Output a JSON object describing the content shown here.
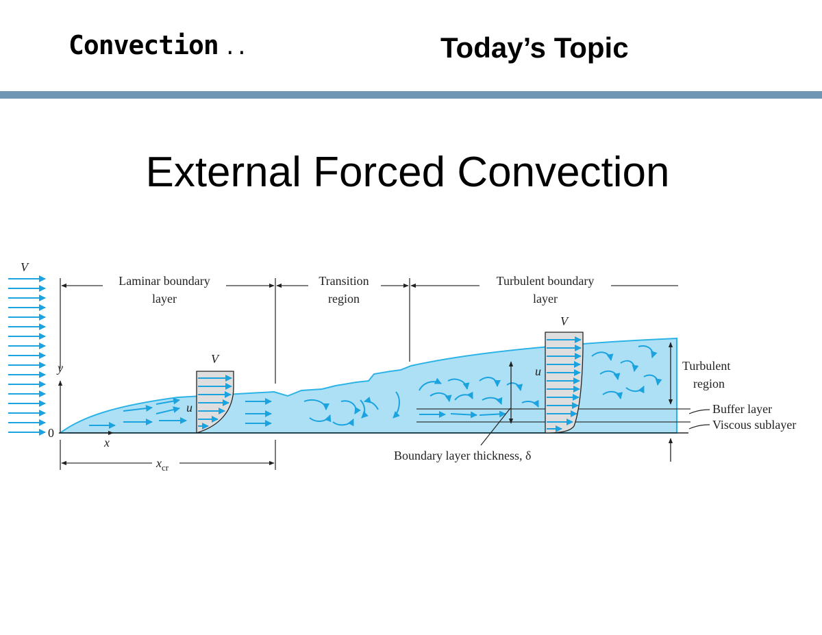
{
  "header": {
    "section_title": "Convection",
    "section_dots": "..",
    "topic_title": "Today’s Topic"
  },
  "slide": {
    "title": "External Forced Convection"
  },
  "diagram": {
    "free_stream_label": "V",
    "origin_label": "0",
    "x_axis_label": "x",
    "y_axis_label": "y",
    "laminar_label_line1": "Laminar boundary",
    "laminar_label_line2": "layer",
    "transition_label_line1": "Transition",
    "transition_label_line2": "region",
    "turbulent_bl_label_line1": "Turbulent boundary",
    "turbulent_bl_label_line2": "layer",
    "laminar_profile_V": "V",
    "laminar_profile_u": "u",
    "turbulent_profile_V": "V",
    "turbulent_profile_u": "u",
    "turbulent_region_line1": "Turbulent",
    "turbulent_region_line2": "region",
    "buffer_layer": "Buffer layer",
    "viscous_sublayer": "Viscous sublayer",
    "thickness_label": "Boundary layer thickness, δ",
    "xcr_base": "x",
    "xcr_sub": "cr",
    "colors": {
      "fluid": "#aee0f5",
      "fluid_edge": "#2bb2e6",
      "arrow": "#1aa3df",
      "profile_fill": "#dedede"
    }
  }
}
